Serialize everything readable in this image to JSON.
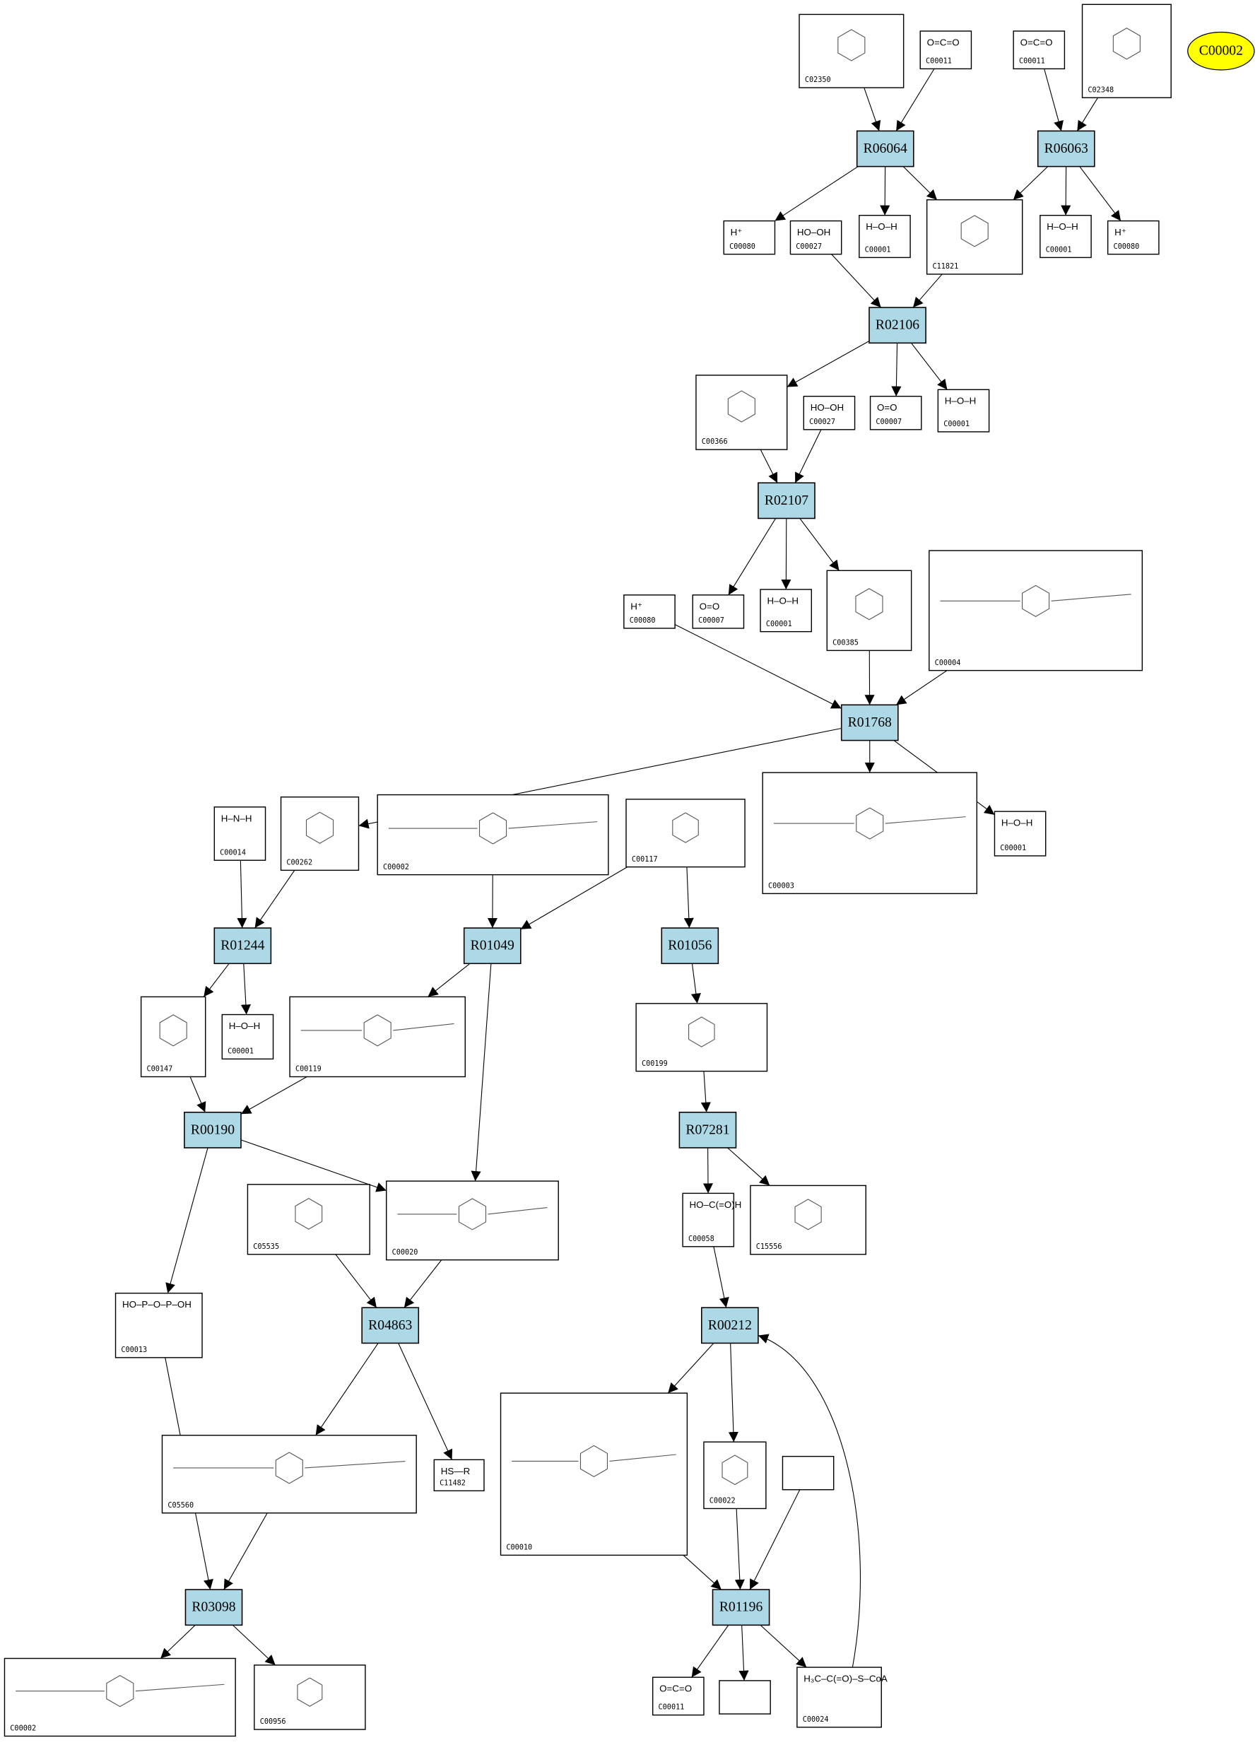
{
  "diagram": {
    "colors": {
      "reaction_fill": "#add8e6",
      "highlight_fill": "#ffff00",
      "stroke": "#000000"
    },
    "highlight_node": {
      "id": "C00002",
      "shape": "ellipse"
    },
    "nodes": [
      {
        "type": "reaction",
        "id": "R06064"
      },
      {
        "type": "reaction",
        "id": "R06063"
      },
      {
        "type": "reaction",
        "id": "R02106"
      },
      {
        "type": "reaction",
        "id": "R02107"
      },
      {
        "type": "reaction",
        "id": "R01768"
      },
      {
        "type": "reaction",
        "id": "R01244"
      },
      {
        "type": "reaction",
        "id": "R01049"
      },
      {
        "type": "reaction",
        "id": "R01056"
      },
      {
        "type": "reaction",
        "id": "R00190"
      },
      {
        "type": "reaction",
        "id": "R07281"
      },
      {
        "type": "reaction",
        "id": "R04863"
      },
      {
        "type": "reaction",
        "id": "R00212"
      },
      {
        "type": "reaction",
        "id": "R03098"
      },
      {
        "type": "reaction",
        "id": "R01196"
      },
      {
        "type": "compound",
        "id": "C02350"
      },
      {
        "type": "compound",
        "id": "C00011",
        "formula": "O=C=O"
      },
      {
        "type": "compound",
        "id": "C00011",
        "formula": "O=C=O"
      },
      {
        "type": "compound",
        "id": "C02348"
      },
      {
        "type": "compound",
        "id": "C00080",
        "formula": "H⁺"
      },
      {
        "type": "compound",
        "id": "C00027",
        "formula": "HO–OH"
      },
      {
        "type": "compound",
        "id": "C00001",
        "formula": "H–O–H"
      },
      {
        "type": "compound",
        "id": "C11821"
      },
      {
        "type": "compound",
        "id": "C00001",
        "formula": "H–O–H"
      },
      {
        "type": "compound",
        "id": "C00080",
        "formula": "H⁺"
      },
      {
        "type": "compound",
        "id": "C00366"
      },
      {
        "type": "compound",
        "id": "C00027",
        "formula": "HO–OH"
      },
      {
        "type": "compound",
        "id": "C00007",
        "formula": "O=O"
      },
      {
        "type": "compound",
        "id": "C00001",
        "formula": "H–O–H"
      },
      {
        "type": "compound",
        "id": "C00080",
        "formula": "H⁺"
      },
      {
        "type": "compound",
        "id": "C00007",
        "formula": "O=O"
      },
      {
        "type": "compound",
        "id": "C00001",
        "formula": "H–O–H"
      },
      {
        "type": "compound",
        "id": "C00385"
      },
      {
        "type": "compound",
        "id": "C00004"
      },
      {
        "type": "compound",
        "id": "C00014",
        "formula": "H–N–H"
      },
      {
        "type": "compound",
        "id": "C00262"
      },
      {
        "type": "compound",
        "id": "C00002"
      },
      {
        "type": "compound",
        "id": "C00117"
      },
      {
        "type": "compound",
        "id": "C00003"
      },
      {
        "type": "compound",
        "id": "C00001",
        "formula": "H–O–H"
      },
      {
        "type": "compound",
        "id": "C00147"
      },
      {
        "type": "compound",
        "id": "C00001",
        "formula": "H–O–H"
      },
      {
        "type": "compound",
        "id": "C00119"
      },
      {
        "type": "compound",
        "id": "C00199"
      },
      {
        "type": "compound",
        "id": "C00020"
      },
      {
        "type": "compound",
        "id": "C05535"
      },
      {
        "type": "compound",
        "id": "C00058",
        "formula": "HO–C(=O)H"
      },
      {
        "type": "compound",
        "id": "C15556"
      },
      {
        "type": "compound",
        "id": "C00013",
        "formula": "HO–P–O–P–OH"
      },
      {
        "type": "compound",
        "id": "C05560"
      },
      {
        "type": "compound",
        "id": "C11482",
        "formula": "HS—R"
      },
      {
        "type": "compound",
        "id": "C00010"
      },
      {
        "type": "compound",
        "id": "C00022"
      },
      {
        "type": "compound",
        "id": ""
      },
      {
        "type": "compound",
        "id": "C00002"
      },
      {
        "type": "compound",
        "id": "C00956"
      },
      {
        "type": "compound",
        "id": "C00011",
        "formula": "O=C=O"
      },
      {
        "type": "compound",
        "id": ""
      },
      {
        "type": "compound",
        "id": "C00024",
        "formula": "H₃C–C(=O)–S–CoA"
      }
    ],
    "edges": [
      [
        14,
        0
      ],
      [
        15,
        0
      ],
      [
        16,
        1
      ],
      [
        17,
        1
      ],
      [
        0,
        18
      ],
      [
        0,
        20
      ],
      [
        0,
        21
      ],
      [
        1,
        21
      ],
      [
        1,
        22
      ],
      [
        1,
        23
      ],
      [
        19,
        2
      ],
      [
        21,
        2
      ],
      [
        2,
        24
      ],
      [
        2,
        26
      ],
      [
        2,
        27
      ],
      [
        24,
        3
      ],
      [
        25,
        3
      ],
      [
        3,
        29
      ],
      [
        3,
        30
      ],
      [
        3,
        31
      ],
      [
        28,
        4
      ],
      [
        31,
        4
      ],
      [
        32,
        4
      ],
      [
        4,
        34
      ],
      [
        4,
        37
      ],
      [
        4,
        38
      ],
      [
        33,
        5
      ],
      [
        34,
        5
      ],
      [
        35,
        6
      ],
      [
        36,
        6
      ],
      [
        36,
        7
      ],
      [
        5,
        39
      ],
      [
        5,
        40
      ],
      [
        6,
        41
      ],
      [
        6,
        43
      ],
      [
        7,
        42
      ],
      [
        39,
        8
      ],
      [
        41,
        8
      ],
      [
        8,
        43
      ],
      [
        8,
        47
      ],
      [
        42,
        9
      ],
      [
        9,
        45
      ],
      [
        9,
        46
      ],
      [
        44,
        10
      ],
      [
        43,
        10
      ],
      [
        45,
        11
      ],
      [
        10,
        48
      ],
      [
        10,
        49
      ],
      [
        11,
        50
      ],
      [
        11,
        51
      ],
      [
        47,
        12
      ],
      [
        48,
        12
      ],
      [
        50,
        13
      ],
      [
        51,
        13
      ],
      [
        52,
        13
      ],
      [
        12,
        53
      ],
      [
        12,
        54
      ],
      [
        13,
        55
      ],
      [
        13,
        56
      ],
      [
        13,
        57
      ],
      [
        57,
        11
      ]
    ]
  }
}
